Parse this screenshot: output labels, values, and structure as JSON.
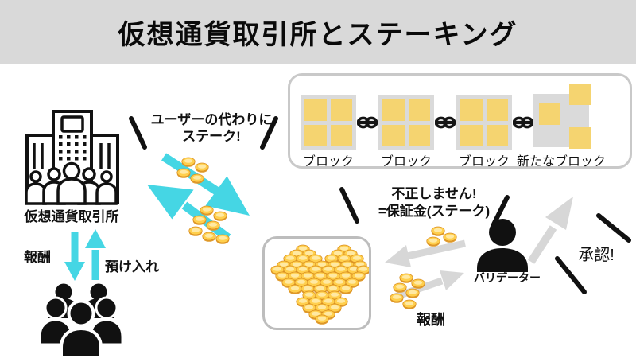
{
  "colors": {
    "banner_bg": "#d9d9d9",
    "accent_cyan": "#45d6e4",
    "block_yellow": "#f5d470",
    "block_gray": "#dadada",
    "arrow_gray": "#d7d7d7",
    "coin_gold": "#ffcf4d",
    "ink": "#111111"
  },
  "banner": {
    "title": "仮想通貨取引所とステーキング"
  },
  "exchange": {
    "label": "仮想通貨取引所",
    "reward_label": "報酬",
    "deposit_label": "預け入れ"
  },
  "stake_note": {
    "line1": "ユーザーの代わりに",
    "line2": "ステーク!"
  },
  "blockchain": {
    "blocks": [
      {
        "label": "ブロック"
      },
      {
        "label": "ブロック"
      },
      {
        "label": "ブロック"
      },
      {
        "label": "新たなブロック"
      }
    ]
  },
  "honesty_note": {
    "line1": "不正しません!",
    "line2": "=保証金(ステーク)"
  },
  "validator": {
    "label": "バリデーター",
    "approval_label": "承認!",
    "reward_label": "報酬"
  },
  "icons": {
    "exchange_building": "building-with-people-icon",
    "user_group": "people-group-icon",
    "validator_person": "person-silhouette-icon",
    "chain": "chain-link-icon",
    "coins": "gold-coin-icon",
    "arrows": [
      "cyan-exchange-arrows",
      "cyan-deposit-arrow",
      "cyan-reward-arrow",
      "gray-stake-arrow",
      "gray-reward-arrow",
      "gray-approval-arrow"
    ]
  }
}
